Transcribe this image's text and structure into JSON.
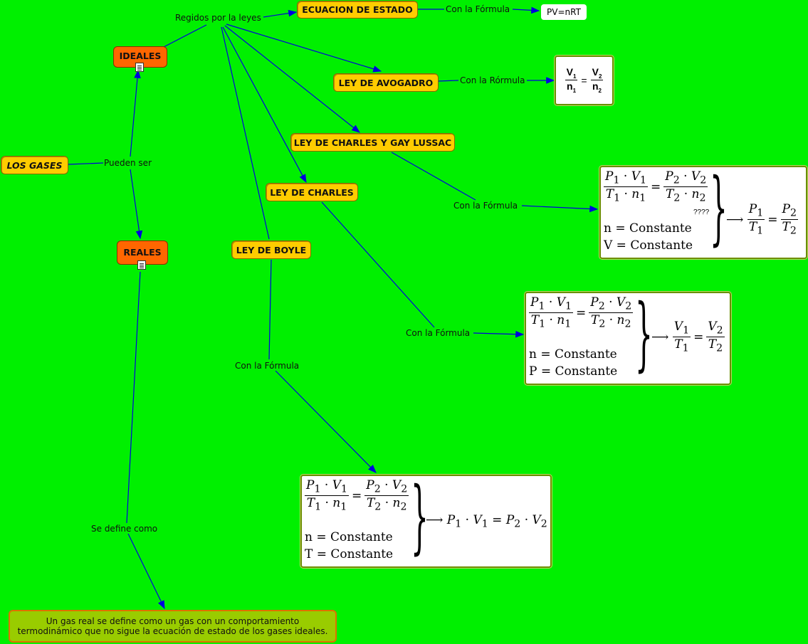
{
  "nodes": {
    "los_gases": "LOS GASES",
    "ideales": "IDEALES",
    "reales": "REALES",
    "ecuacion_estado": "ECUACION DE ESTADO",
    "ley_avogadro": "LEY DE AVOGADRO",
    "ley_charles_gay": "LEY DE CHARLES Y GAY LUSSAC",
    "ley_charles": "LEY DE CHARLES",
    "ley_boyle": "LEY DE BOYLE"
  },
  "edge_labels": {
    "pueden_ser": "Pueden ser",
    "regidos": "Regidos por la leyes",
    "con_formula_estado": "Con la Fórmula",
    "con_formula_avogadro": "Con la Rórmula",
    "con_formula_charles_gay": "Con la Fórmula",
    "con_formula_charles": "Con la Fórmula",
    "con_formula_boyle": "Con la Fórmula",
    "se_define": "Se define como"
  },
  "formulas": {
    "pv": "PV=nRT",
    "avogadro": {
      "v1": "V",
      "n1": "n",
      "v2": "V",
      "n2": "n",
      "eq": "=",
      "sub1": "1",
      "sub2": "2"
    },
    "general": {
      "P1": "P",
      "V1": "V",
      "T1": "T",
      "n1": "n",
      "P2": "P",
      "V2": "V",
      "T2": "T",
      "n2": "n",
      "s1": "1",
      "s2": "2"
    },
    "charles_gay": {
      "c1": "n = Constante",
      "c2": "V = Constante",
      "q": "????",
      "rl_num": "P",
      "rl_den": "T",
      "rr_num": "P",
      "rr_den": "T"
    },
    "charles": {
      "c1": "n = Constante",
      "c2": "P = Constante",
      "rl_num": "V",
      "rl_den": "T",
      "rr_num": "V",
      "rr_den": "T"
    },
    "boyle": {
      "c1": "n = Constante",
      "c2": "T = Constante",
      "res_l": "P",
      "res_l2": "V",
      "res_r": "P",
      "res_r2": "V"
    }
  },
  "note": "Un gas real se define como un gas con un comportamiento termodinámico que  no sigue la ecuación de estado de los gases ideales.",
  "colors": {
    "background": "#00f000",
    "node_yellow": "#ffcc00",
    "node_orange": "#ff6600",
    "edge": "#0000dd",
    "note_bg": "#99cc00"
  }
}
